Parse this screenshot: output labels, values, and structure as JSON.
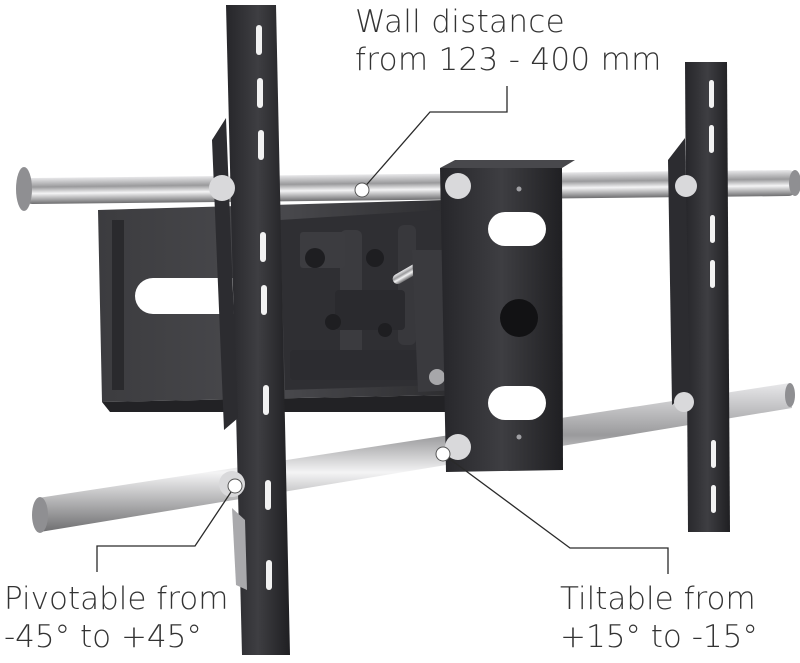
{
  "callouts": {
    "wall_distance": {
      "line1": "Wall distance",
      "line2": "from 123 - 400 mm"
    },
    "pivot": {
      "line1": "Pivotable from",
      "line2": "-45° to +45°"
    },
    "tilt": {
      "line1": "Tiltable from",
      "line2": "+15° to -15°"
    }
  },
  "colors": {
    "background": "#ffffff",
    "metal_dark": "#2b2b2d",
    "metal_mid": "#3a3a3d",
    "chrome": "#b9b9bb",
    "callout_line": "#2a2a2a",
    "text": "#333333"
  }
}
